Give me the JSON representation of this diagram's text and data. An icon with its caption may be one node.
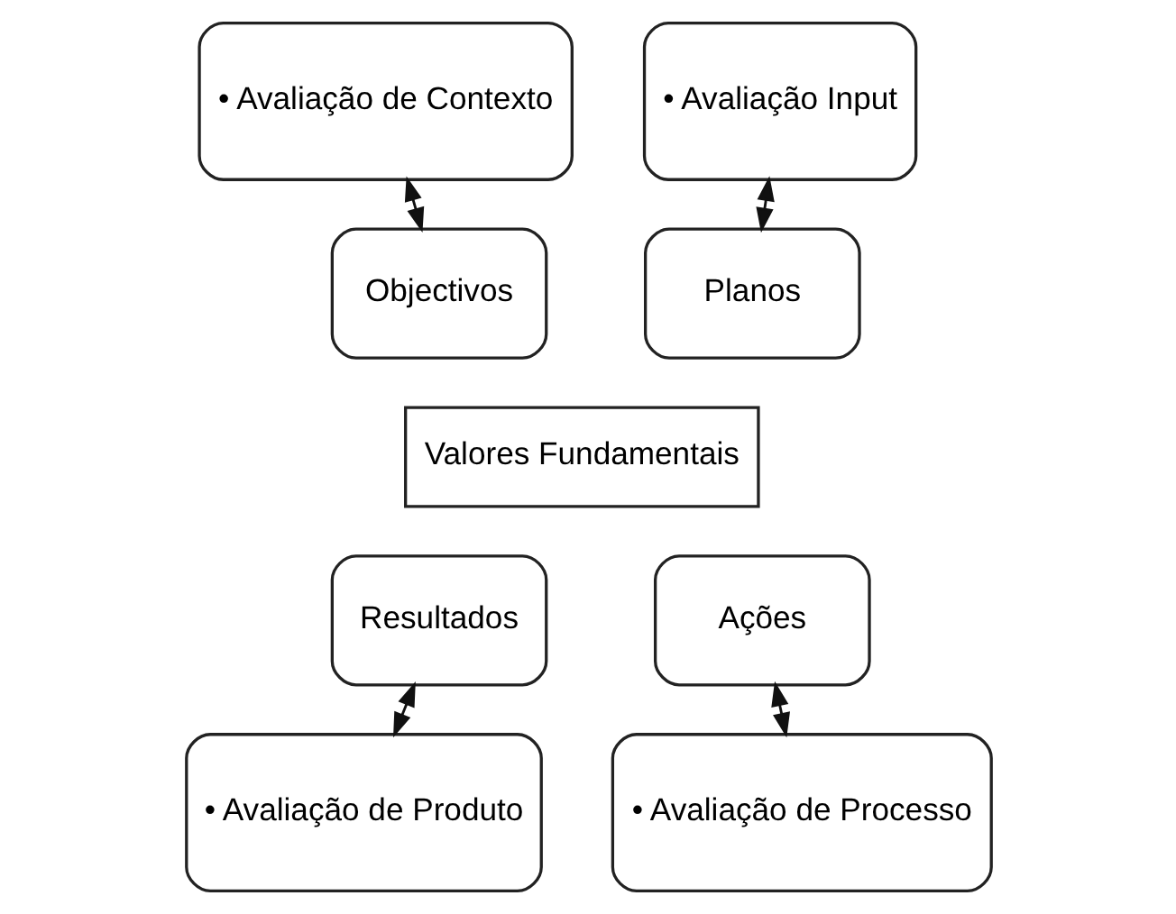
{
  "diagram": {
    "nodes": [
      {
        "text": [
          "• Avaliação de Contexto"
        ]
      },
      {
        "text": [
          "• Avaliação Input"
        ]
      },
      {
        "text": [
          "Objectivos"
        ]
      },
      {
        "text": [
          "Planos"
        ]
      },
      {
        "text": [
          "Valores Fundamentais"
        ]
      },
      {
        "text": [
          "Resultados"
        ]
      },
      {
        "text": [
          "Ações"
        ]
      },
      {
        "text": [
          "• Avaliação de Produto"
        ]
      },
      {
        "text": [
          "• Avaliação de Processo"
        ]
      }
    ],
    "edges": [
      {
        "from": 0,
        "to": 2,
        "arrow": "both"
      },
      {
        "from": 1,
        "to": 3,
        "arrow": "both"
      },
      {
        "from": 5,
        "to": 7,
        "arrow": "both"
      },
      {
        "from": 6,
        "to": 8,
        "arrow": "both"
      }
    ]
  }
}
